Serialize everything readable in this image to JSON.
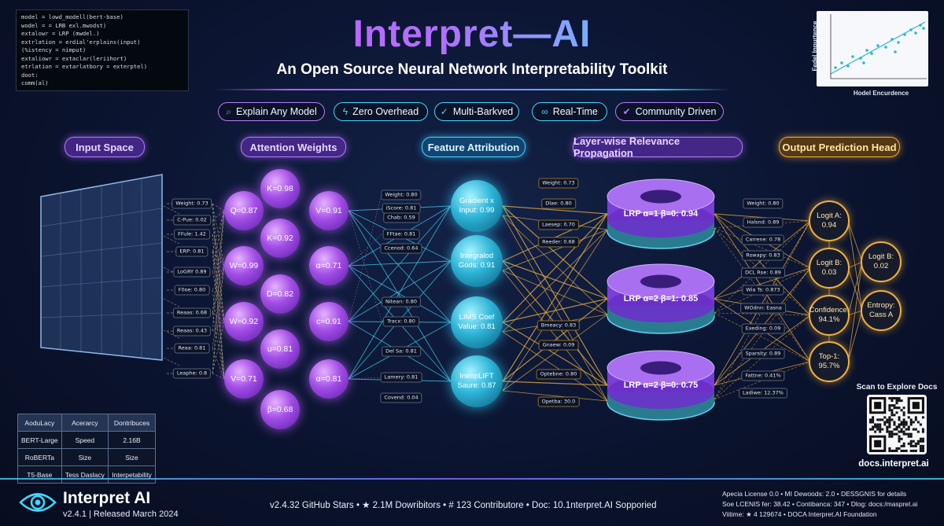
{
  "code_snippet": [
    "model = lowd_modell(bert-base)",
    "wodel = = LRB exl.mwodst)",
    "extalowr = LRP (mwdel.)",
    "extrlation = erdial'erplains(input)",
    "(%istency = nimput)",
    "extaliowr = extaclar(leriihort)",
    "etrlation = extarlatbory = exterptel)",
    "doot:",
    "comm(al)"
  ],
  "header": {
    "title": "Interpret—AI",
    "subtitle": "An Open Source Neural Network Interpretability Toolkit"
  },
  "mini_chart": {
    "ylabel": "Fedel Inpurtence",
    "xlabel": "Hodel Encurdence",
    "point_color": "#2bb8c8",
    "line_color": "#2bb8c8"
  },
  "features": [
    {
      "icon": "search-icon",
      "glyph": "⌕",
      "label": "Explain Any Model",
      "color": "#b77bff"
    },
    {
      "icon": "bolt-icon",
      "glyph": "ϟ",
      "label": "Zero Overhead",
      "color": "#43d8ff"
    },
    {
      "icon": "check-circle-icon",
      "glyph": "✓",
      "label": "Multi-Barkved",
      "color": "#43d8ff"
    },
    {
      "icon": "loop-icon",
      "glyph": "∞",
      "label": "Real-Time",
      "color": "#43d8ff"
    },
    {
      "icon": "check-icon",
      "glyph": "✔",
      "label": "Community Driven",
      "color": "#b77bff"
    }
  ],
  "stages": [
    {
      "label": "Input Space",
      "color": "purple"
    },
    {
      "label": "Attention Weights",
      "color": "purple"
    },
    {
      "label": "Feature Attribution",
      "color": "cyan"
    },
    {
      "label": "Layer-wise Relevance Propagation",
      "color": "purple"
    },
    {
      "label": "Output Prediction Head",
      "color": "gold"
    }
  ],
  "input_weights": [
    "Weight: 0.73",
    "C-Pue: 0.02",
    "FFule: 1.42",
    "ERP: 0.81",
    "LoGRY 0.89",
    "F0oe: 0.80",
    "Reaas: 0.68",
    "Reaas: 0.43",
    "Reaa: 0.81",
    "Leaphe: 0.8"
  ],
  "attention_nodes": [
    "Q=0.87",
    "K=0.98",
    "V=0.91",
    "K=0.92",
    "W=0.99",
    "α=0.71",
    "D=0.82",
    "W=0.92",
    "c=0.91",
    "u=0.81",
    "V=0.71",
    "α=0.81",
    "β=0.68"
  ],
  "attention_weights": [
    "Weight: 0.80",
    "iScore: 0.81",
    "Chab: 0.59",
    "FFtae: 0.81",
    "Ccenod: 0.64",
    "Nitean: 0.80",
    "Tracx: 0.80",
    "Del Sa: 0.81",
    "Lamery: 0.81",
    "Covend: 0.04"
  ],
  "feature_nodes": [
    "Gradient x Input: 0.99",
    "Integralod Gods: 0.91",
    "LIMS Coef Value: 0.81",
    "IneopLIFT Saure: 0.87"
  ],
  "feature_weights": [
    "Weight: 0.73",
    "Dlae: 0.80",
    "Laesep: 0.70",
    "Reeder: 0.68",
    "Bmeacy: 0.83",
    "Gnaew: 0.09",
    "Optebne: 0.80",
    "Opetba: 30.0"
  ],
  "lrp_layers": [
    "LRP α=1 β=0: 0.94",
    "LRP α=2 β=1: 0.85",
    "LRP α=2 β=0: 0.75"
  ],
  "lrp_weights": [
    "Weight: 0.80",
    "Halsnd: 0.89",
    "Carrene: 0.78",
    "Rswapy: 0.83",
    "DCL Rse: 0.89",
    "Wia Ts: 0.873",
    "WOdnn: Easna",
    "Exeding: 0.09",
    "Sparsity: 0.89",
    "Fattne: 0.41%",
    "Ladiwe: 12.37%"
  ],
  "output_nodes": [
    "Logit A: 0.94",
    "Logit B: 0.03",
    "Confidence: 94.1%",
    "Top-1: 95.7%",
    "Logit B: 0.02",
    "Entropy: Cass A"
  ],
  "benchmark": {
    "headers": [
      "AoduLacy",
      "Acerarcy",
      "Dontribuces"
    ],
    "rows": [
      [
        "BERT-Large",
        "Speed",
        "2.16B"
      ],
      [
        "RoBERTa",
        "Size",
        "Size"
      ],
      [
        "T5-Base",
        "Tess Daslacy",
        "Interpetability"
      ]
    ]
  },
  "qr": {
    "caption": "Scan to Explore Docs",
    "url": "docs.interpret.ai"
  },
  "footer": {
    "brand": "Interpret AI",
    "version": "v2.4.1  |  Released March 2024",
    "stats": "v2.4.32 GitHub Stars • ★ 2.1M Dowribitors • # 123 Contributore • Doc: 10.1nterpret.AI Sopporied",
    "license_lines": [
      "Apecia License 0.0 • MI Dewoods: 2.0 • DESSGNIS for details",
      "Soe LCENIS fer: 38.42 • Contibanca: 347 • Dlog: docs:/maspret.ai",
      "Viitime: ★ 4  129674 • DOCA Interpret.AI Foundation"
    ]
  },
  "colors": {
    "purple": "#b77bff",
    "cyan": "#43d8ff",
    "gold": "#f0b040",
    "background": "#0a1124"
  }
}
